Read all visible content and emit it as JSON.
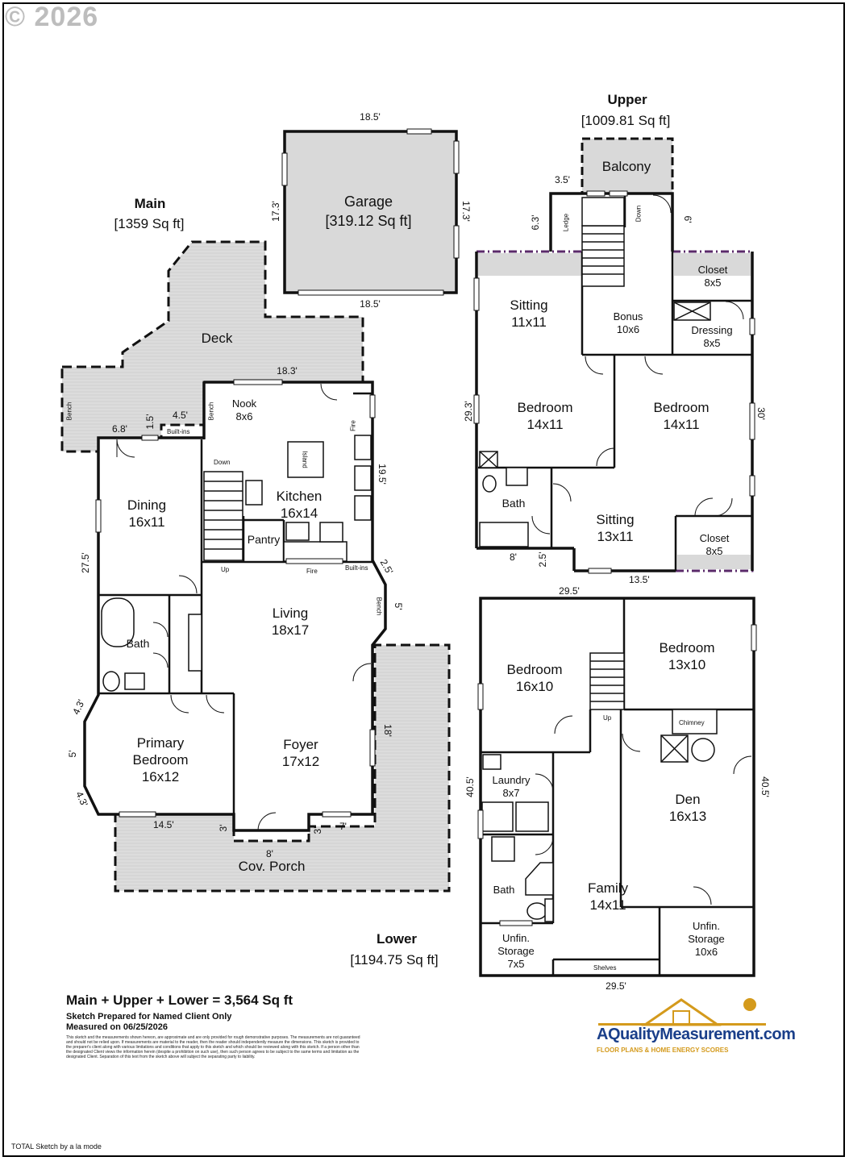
{
  "copyright": "© 2026",
  "main": {
    "title": "Main",
    "area": "[1359 Sq ft]",
    "rooms": {
      "deck": "Deck",
      "nook": [
        "Nook",
        "8x6"
      ],
      "kitchen": [
        "Kitchen",
        "16x14"
      ],
      "dining": [
        "Dining",
        "16x11"
      ],
      "pantry": "Pantry",
      "living": [
        "Living",
        "18x17"
      ],
      "bath": "Bath",
      "primary": [
        "Primary",
        "Bedroom",
        "16x12"
      ],
      "foyer": [
        "Foyer",
        "17x12"
      ],
      "porch": "Cov. Porch"
    },
    "labels": {
      "bench1": "Bench",
      "bench2": "Bench",
      "bench3": "Bench",
      "builtins1": "Built-ins",
      "builtins2": "Built-ins",
      "down": "Down",
      "up": "Up",
      "fire1": "Fire",
      "fire2": "Fire",
      "island": "Island"
    },
    "dims": {
      "d183": "18.3'",
      "d68": "6.8'",
      "d15": "1.5'",
      "d45": "4.5'",
      "d275": "27.5'",
      "d195": "19.5'",
      "d25": "2.5'",
      "d5a": "5'",
      "d18": "18'",
      "d43a": "4.3'",
      "d5b": "5'",
      "d43b": "4.3'",
      "d145": "14.5'",
      "d3a": "3'",
      "d8": "8'",
      "d3b": "3'",
      "d7": "7'"
    }
  },
  "garage": {
    "name": "Garage",
    "area": "[319.12 Sq ft]",
    "dims": {
      "top": "18.5'",
      "bottom": "18.5'",
      "left": "17.3'",
      "right": "17.3'"
    }
  },
  "upper": {
    "title": "Upper",
    "area": "[1009.81 Sq ft]",
    "rooms": {
      "balcony": "Balcony",
      "sitting1": [
        "Sitting",
        "11x11"
      ],
      "bonus": [
        "Bonus",
        "10x6"
      ],
      "closet1": [
        "Closet",
        "8x5"
      ],
      "dressing": [
        "Dressing",
        "8x5"
      ],
      "bed1": [
        "Bedroom",
        "14x11"
      ],
      "bed2": [
        "Bedroom",
        "14x11"
      ],
      "bath": "Bath",
      "sitting2": [
        "Sitting",
        "13x11"
      ],
      "closet2": [
        "Closet",
        "8x5"
      ]
    },
    "labels": {
      "ledge": "Ledge",
      "down": "Down"
    },
    "dims": {
      "d35": "3.5'",
      "d63": "6.3'",
      "d6": "6'",
      "d293": "29.3'",
      "d30": "30'",
      "d8": "8'",
      "d25": "2.5'",
      "d135": "13.5'"
    }
  },
  "lower": {
    "title": "Lower",
    "area": "[1194.75 Sq ft]",
    "rooms": {
      "bed1": [
        "Bedroom",
        "16x10"
      ],
      "bed2": [
        "Bedroom",
        "13x10"
      ],
      "laundry": [
        "Laundry",
        "8x7"
      ],
      "den": [
        "Den",
        "16x13"
      ],
      "bath": "Bath",
      "family": [
        "Family",
        "14x11"
      ],
      "unfin1": [
        "Unfin.",
        "Storage",
        "7x5"
      ],
      "unfin2": [
        "Unfin.",
        "Storage",
        "10x6"
      ]
    },
    "labels": {
      "up": "Up",
      "chimney": "Chimney",
      "shelves": "Shelves"
    },
    "dims": {
      "top": "29.5'",
      "bottom": "29.5'",
      "left": "40.5'",
      "right": "40.5'"
    }
  },
  "summary": {
    "total": "Main + Upper + Lower = 3,564 Sq ft",
    "prepared": "Sketch Prepared for Named Client Only",
    "measured": "Measured on 06/25/2026",
    "disclaimer": "This sketch and the measurements shown hereon, are approximate and are only provided for rough demonstrative purposes. The measurements are not guaranteed and should not be relied upon. If measurements are material to the reader, then the reader should independently measure the dimensions. This sketch is provided to the preparer's client along with various limitations and conditions that apply to this sketch and which should be reviewed along with this sketch. If a person other than the designated Client views the information herein (despite a prohibition on such use), then such person agrees to be subject to the same terms and limitation as the designated Client. Separation of this text from the sketch above will subject the separating party to liability."
  },
  "logo": {
    "name": "AQualityMeasurement.com",
    "tagline": "FLOOR PLANS & HOME ENERGY SCORES"
  },
  "footer": "TOTAL Sketch by a la mode",
  "colors": {
    "wall": "#111111",
    "fill": "#d9d9d9",
    "accent": "#5a2a6a",
    "logo_blue": "#1a3f8a",
    "logo_gold": "#d49a1c"
  }
}
